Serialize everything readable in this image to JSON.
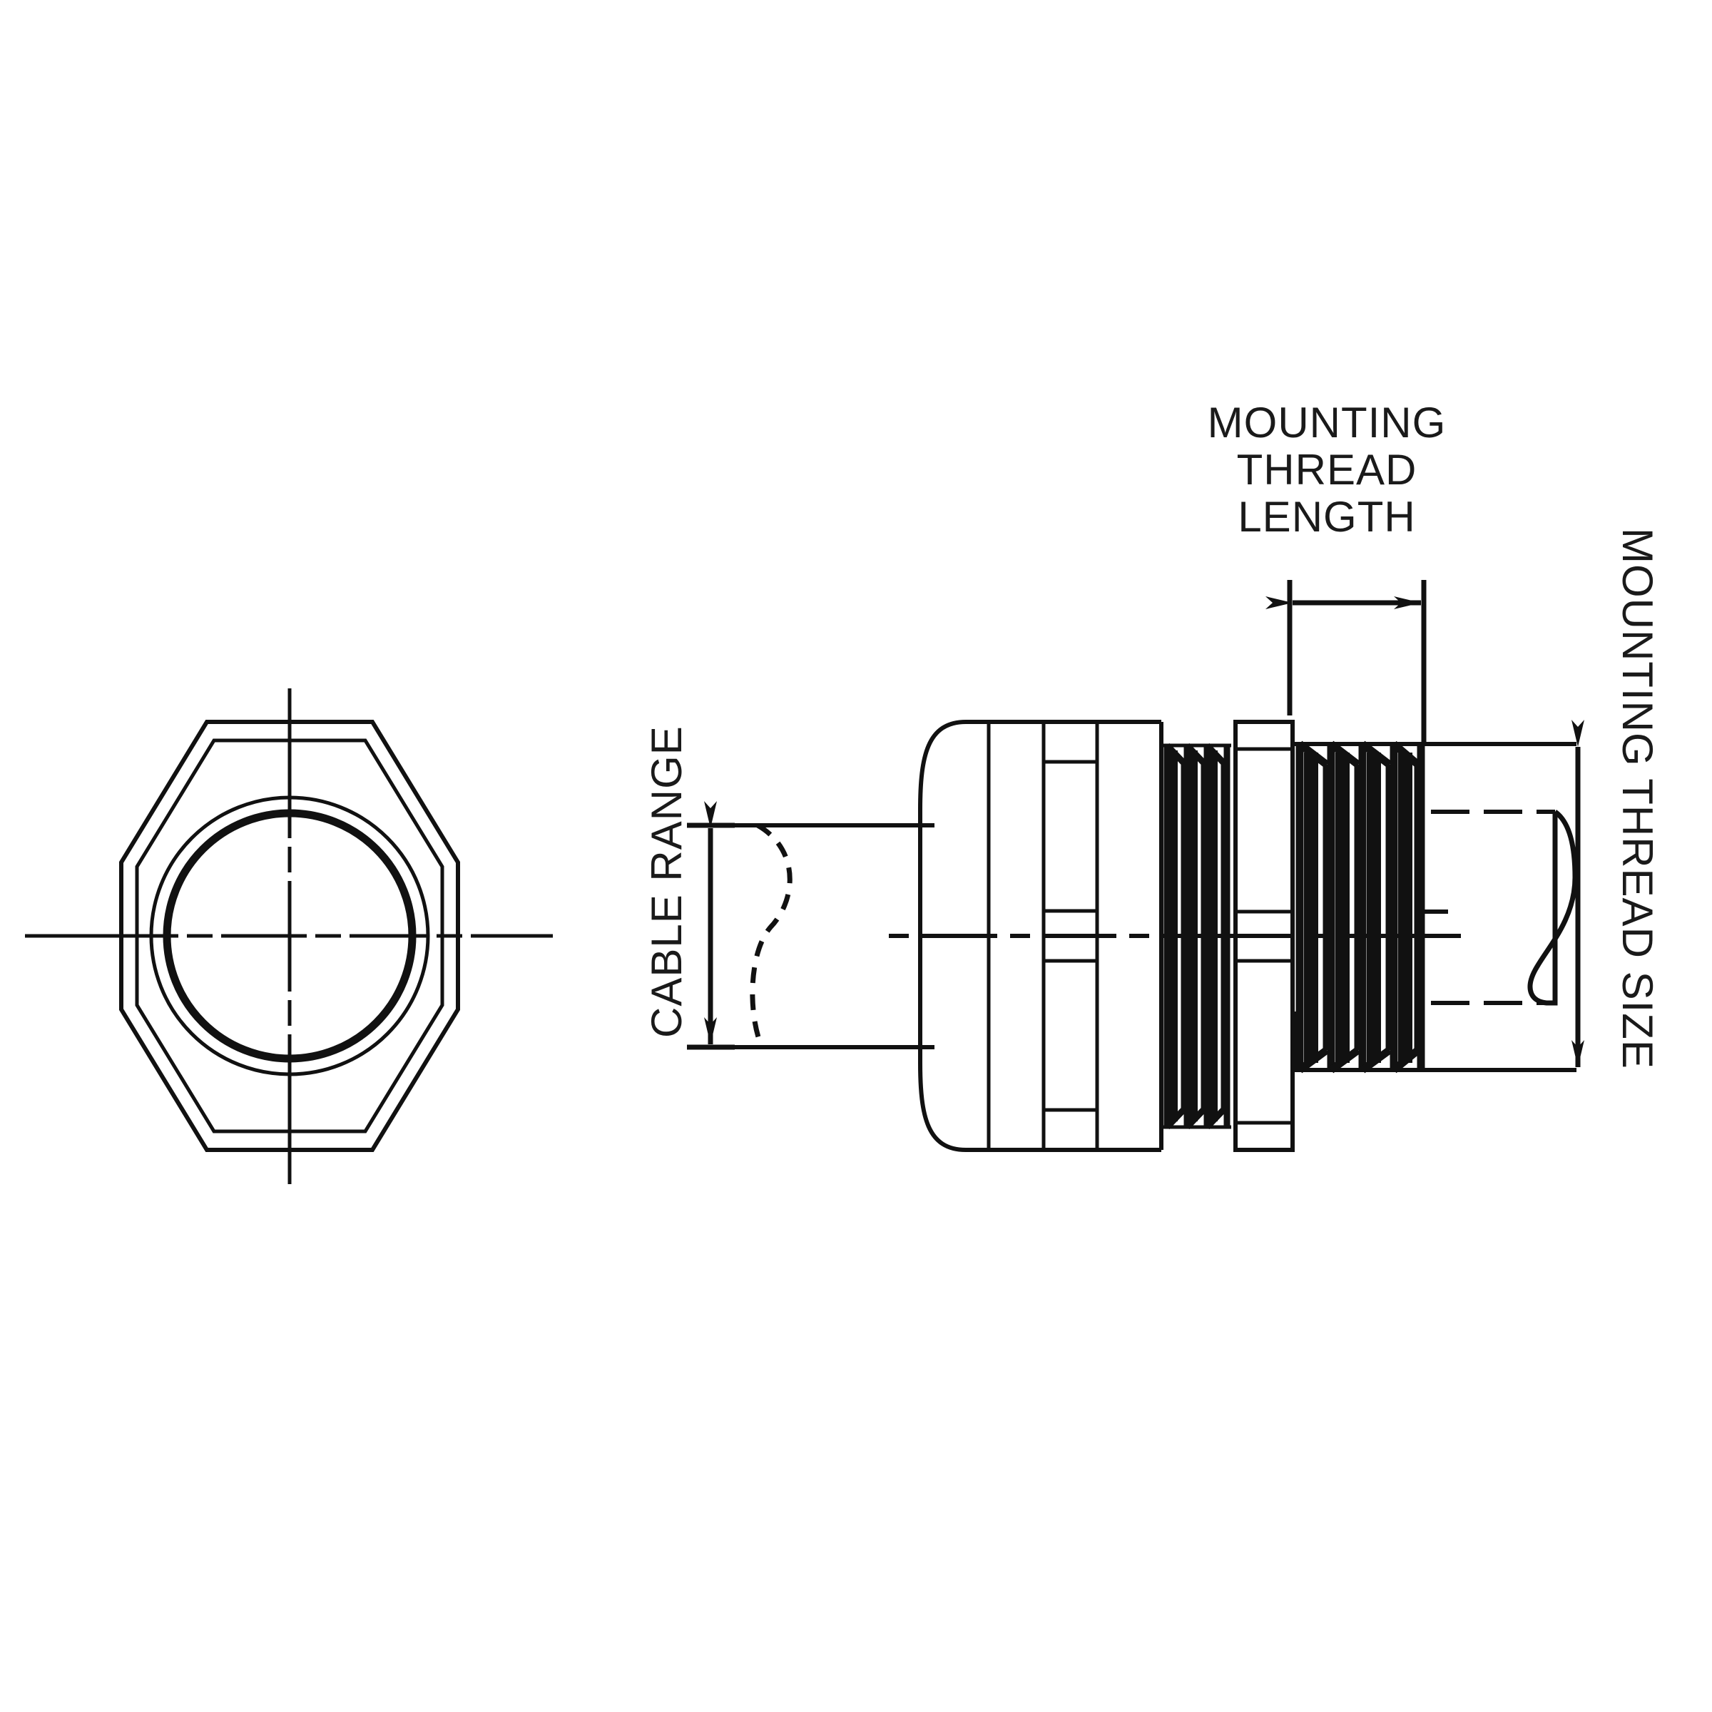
{
  "drawing": {
    "type": "technical-engineering-drawing",
    "subject": "cable gland / strain relief connector",
    "line_color": "#111111",
    "background_color": "#ffffff",
    "views": [
      {
        "name": "front-end-view",
        "description": "hex nut face with concentric bore circles and crosshair centerlines"
      },
      {
        "name": "side-section-view",
        "description": "side profile showing dome cap, body, two threaded sections, hex flange and mounting thread"
      }
    ]
  },
  "annotations": {
    "mounting_thread_length": {
      "lines": [
        "MOUNTING",
        "THREAD",
        "LENGTH"
      ],
      "text": "MOUNTING THREAD LENGTH",
      "orientation": "horizontal",
      "dimension": "double-arrow-horizontal"
    },
    "cable_range": {
      "text": "CABLE RANGE",
      "orientation": "rotated-90-ccw",
      "dimension": "double-arrow-vertical"
    },
    "mounting_thread_size": {
      "text": "MOUNTING THREAD SIZE",
      "orientation": "rotated-90-cw",
      "dimension": "double-arrow-vertical"
    }
  },
  "chart_data": {
    "type": "table",
    "title": "Cable gland dimension callouts",
    "categories": [
      "MOUNTING THREAD LENGTH",
      "CABLE RANGE",
      "MOUNTING THREAD SIZE"
    ],
    "values": [
      null,
      null,
      null
    ]
  }
}
